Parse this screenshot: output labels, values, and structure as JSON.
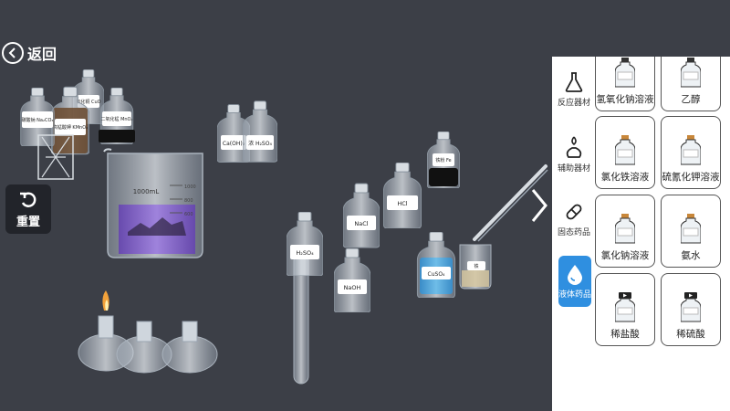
{
  "nav": {
    "back_label": "返回",
    "reset_label": "重置"
  },
  "bench": {
    "beaker_volume": "1000mL",
    "beaker_marks": [
      "1000",
      "800",
      "600"
    ],
    "bottles": {
      "na2co3": "碳酸钠\nNa₂CO₃",
      "kmno4": "高锰酸钾\nKMnO₄",
      "mno2": "二氧化锰\nMnO₂",
      "cuo": "氧化铜\nCuO",
      "caoh": "Ca(OH)₂",
      "h2so4_conc": "浓 H₂SO₄",
      "h2so4": "H₂SO₄",
      "naoh": "NaOH",
      "nacl": "NaCl",
      "hcl": "HCl",
      "fe": "铁粉\nFe",
      "cuso4": "CuSO₄",
      "iron_nail": "铁"
    }
  },
  "sidebar": {
    "categories": [
      {
        "label": "反应器材",
        "icon": "flask-icon"
      },
      {
        "label": "辅助器材",
        "icon": "burner-icon"
      },
      {
        "label": "固态药品",
        "icon": "capsule-icon"
      },
      {
        "label": "液体药品",
        "icon": "droplet-icon",
        "active": true
      }
    ],
    "items": [
      {
        "label": "氢氧化钠溶液"
      },
      {
        "label": "乙醇"
      },
      {
        "label": "氯化铁溶液"
      },
      {
        "label": "硫氰化钾溶液"
      },
      {
        "label": "氯化钠溶液"
      },
      {
        "label": "氨水"
      },
      {
        "label": "稀盐酸"
      },
      {
        "label": "稀硫酸"
      }
    ]
  },
  "colors": {
    "background": "#3c3f47",
    "accent": "#2f8fe0",
    "cuso4": "#4aa3d8",
    "purple": "#7a4fc8"
  }
}
